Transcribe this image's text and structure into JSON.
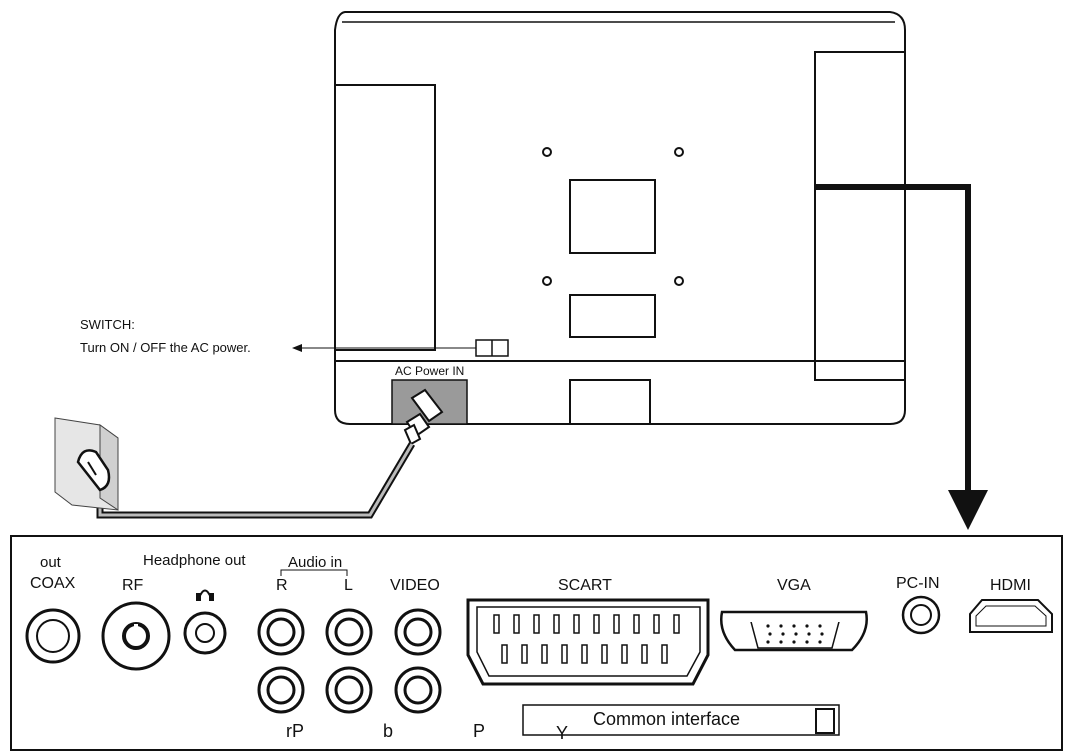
{
  "switch_note": {
    "title": "SWITCH:",
    "text": "Turn ON / OFF the AC power."
  },
  "tv_back": {
    "ac_power_label": "AC Power IN"
  },
  "panel": {
    "coax_out_label": "out",
    "coax_label": "COAX",
    "rf_label": "RF",
    "headphone_label": "Headphone out",
    "audio_in_label": "Audio in",
    "audio_r_label": "R",
    "audio_l_label": "L",
    "video_label": "VIDEO",
    "scart_label": "SCART",
    "vga_label": "VGA",
    "pcin_label": "PC-IN",
    "hdmi_label": "HDMI",
    "common_interface_label": "Common interface",
    "component_labels": {
      "pr": "rP",
      "pb": "b",
      "p": "P",
      "y": "Y"
    }
  },
  "icons": [
    "headphone-icon",
    "power-plug-icon",
    "wall-outlet-icon",
    "arrow-down-icon"
  ],
  "colors": {
    "line": "#111111",
    "connector_gray": "#9a9a9a",
    "outlet_gray": "#e6e6e6"
  }
}
